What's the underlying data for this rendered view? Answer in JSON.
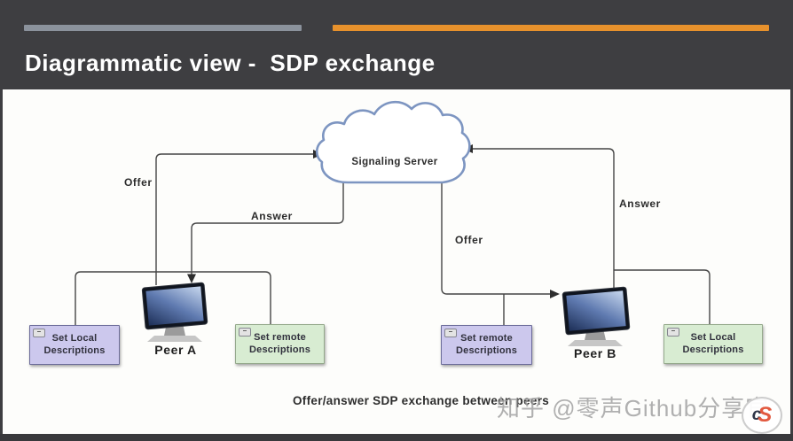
{
  "header": {
    "title": "Diagrammatic view -  SDP exchange"
  },
  "diagram": {
    "server_label": "Signaling Server",
    "peer_a_label": "Peer A",
    "peer_b_label": "Peer B",
    "boxes": [
      {
        "id": "peer-a-local",
        "label": "Set Local Descriptions",
        "color": "purple"
      },
      {
        "id": "peer-a-remote",
        "label": "Set remote Descriptions",
        "color": "green"
      },
      {
        "id": "peer-b-remote",
        "label": "Set remote Descriptions",
        "color": "purple"
      },
      {
        "id": "peer-b-local",
        "label": "Set Local Descriptions",
        "color": "green"
      }
    ],
    "edges": {
      "offer_a": "Offer",
      "answer_a": "Answer",
      "offer_b": "Offer",
      "answer_b": "Answer"
    },
    "caption": "Offer/answer SDP exchange between peers",
    "collapse_glyph": "–"
  },
  "watermark": {
    "text": "知乎 @零声Github分享官",
    "logo_letter_dark": "c",
    "logo_letter_accent": "S"
  },
  "colors": {
    "header_background": "#3e3e41",
    "accent_orange": "#e7912c",
    "accent_gray_bar": "#8b929c",
    "panel_background": "#fdfdfb",
    "cloud_stroke": "#7d95c1",
    "purple_box_fill": "#ccc8ed",
    "green_box_fill": "#d8ecd2",
    "connector_line": "#454545"
  }
}
